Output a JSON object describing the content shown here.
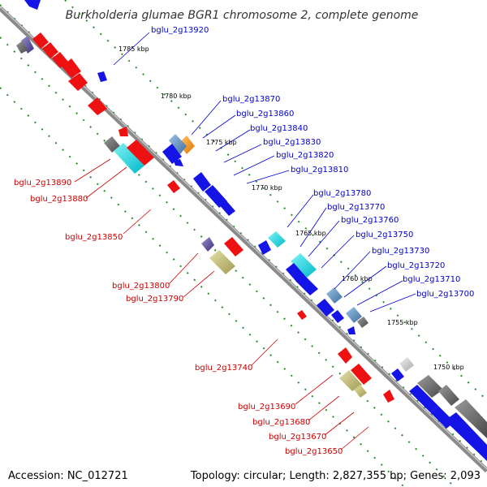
{
  "title": "Burkholderia glumae BGR1 chromosome 2, complete genome",
  "footer": {
    "accession": "Accession: NC_012721",
    "topology": "Topology: circular; Length: 2,827,355 bp; Genes: 2,093"
  },
  "colors": {
    "forward_label": "#0000cc",
    "reverse_label": "#cc0000",
    "backbone": "#888888",
    "dots": "#2e8b2e"
  },
  "ticks": [
    "1785 kbp",
    "1780 kbp",
    "1775 kbp",
    "1770 kbp",
    "1765 kbp",
    "1760 kbp",
    "1755 kbp",
    "1750 kbp"
  ],
  "forward_labels": [
    "bglu_2g13920",
    "bglu_2g13870",
    "bglu_2g13860",
    "bglu_2g13840",
    "bglu_2g13830",
    "bglu_2g13820",
    "bglu_2g13810",
    "bglu_2g13780",
    "bglu_2g13770",
    "bglu_2g13760",
    "bglu_2g13750",
    "bglu_2g13730",
    "bglu_2g13720",
    "bglu_2g13710",
    "bglu_2g13700"
  ],
  "reverse_labels": [
    "bglu_2g13890",
    "bglu_2g13880",
    "bglu_2g13850",
    "bglu_2g13800",
    "bglu_2g13790",
    "bglu_2g13740",
    "bglu_2g13690",
    "bglu_2g13680",
    "bglu_2g13670",
    "bglu_2g13650"
  ]
}
